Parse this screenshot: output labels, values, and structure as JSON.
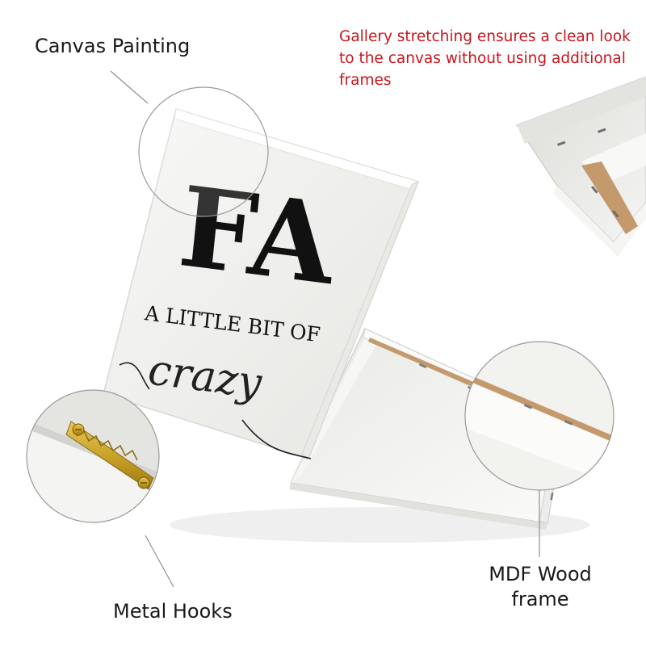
{
  "canvas_print": {
    "monogram": "FA",
    "line1": "A LITTLE BIT OF",
    "script_word": "crazy"
  },
  "callouts": {
    "canvas_painting": "Canvas Painting",
    "gallery_note": "Gallery stretching ensures a clean look to the canvas without using additional frames",
    "metal_hooks": "Metal Hooks",
    "mdf_line1": "MDF Wood",
    "mdf_line2": "frame"
  },
  "colors": {
    "note_red": "#c8161d",
    "label_text": "#1a1a1a",
    "canvas_white": "#f3f3f1",
    "wood": "#c49a6c",
    "hook_gold": "#c9a227"
  }
}
